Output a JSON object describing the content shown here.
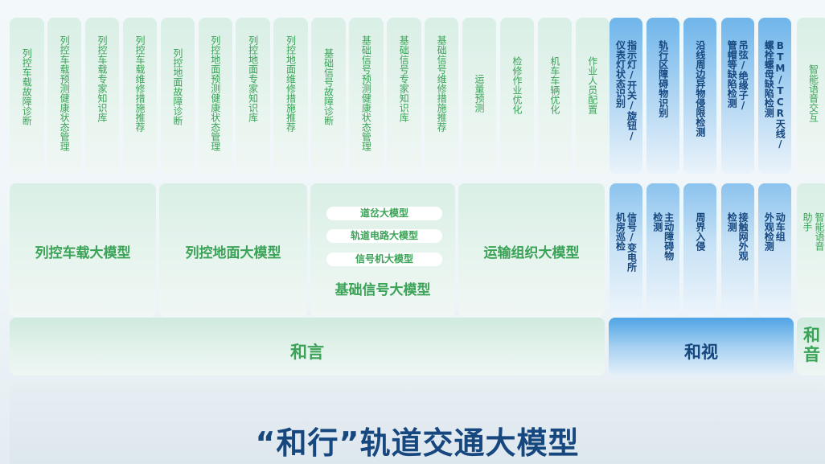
{
  "top_apps_green": [
    "列控车载故障诊断",
    "列控车载预测健康状态管理",
    "列控车载专家知识库",
    "列控车载维修措施推荐",
    "列控地面故障诊断",
    "列控地面预测健康状态管理",
    "列控地面专家知识库",
    "列控地面维修措施推荐",
    "基础信号故障诊断",
    "基础信号预测健康状态管理",
    "基础信号专家知识库",
    "基础信号维修措施推荐",
    "运量预测",
    "检修作业优化",
    "机车车辆优化",
    "作业人员配置"
  ],
  "top_apps_blue": [
    [
      "指示灯/开关/旋钮/",
      "仪表灯状态识别"
    ],
    [
      "轨行区障碍物识别"
    ],
    [
      "沿线周边异物侵限检测"
    ],
    [
      "吊弦/绝缘子/",
      "管帽等缺陷检测"
    ],
    [
      "BTM/TCR天线/",
      "螺栓螺母缺陷检测"
    ]
  ],
  "top_app_voice": "智能语音交互",
  "models_green": {
    "onboard": "列控车载大模型",
    "ground": "列控地面大模型",
    "signal_pills": [
      "道岔大模型",
      "轨道电路大模型",
      "信号机大模型"
    ],
    "signal": "基础信号大模型",
    "transport": "运输组织大模型"
  },
  "models_blue": [
    [
      "信号/变电所",
      "机房巡检"
    ],
    [
      "主动障碍物",
      "检测"
    ],
    [
      "周界入侵"
    ],
    [
      "接触网外观",
      "检测"
    ],
    [
      "动车组",
      "外观检测"
    ]
  ],
  "model_voice": [
    "智能语音",
    "助手"
  ],
  "bands": {
    "heyan": "和言",
    "heshi": "和视",
    "heyin": "和音"
  },
  "foundation": "“和行”轨道交通大模型",
  "colors": {
    "green": "#3aa357",
    "navy": "#16477f"
  }
}
